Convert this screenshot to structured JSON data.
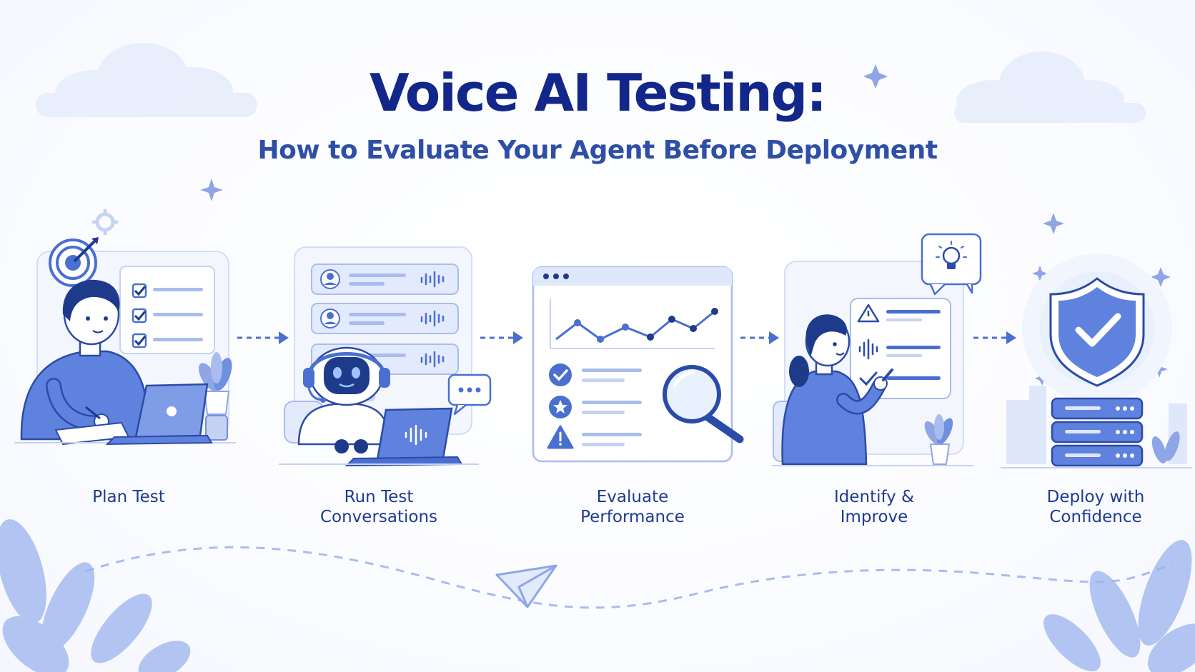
{
  "title": "Voice AI Testing:",
  "subtitle": "How to Evaluate Your Agent Before Deployment",
  "steps": [
    {
      "lines": [
        "Plan Test"
      ],
      "icon": "checklist-icon"
    },
    {
      "lines": [
        "Run Test",
        "Conversations"
      ],
      "icon": "robot-icon"
    },
    {
      "lines": [
        "Evaluate",
        "Performance"
      ],
      "icon": "analytics-dashboard-icon"
    },
    {
      "lines": [
        "Identify &",
        "Improve"
      ],
      "icon": "lightbulb-icon"
    },
    {
      "lines": [
        "Deploy with",
        "Confidence"
      ],
      "icon": "shield-check-icon"
    }
  ],
  "colors": {
    "primary": "#3f63cc",
    "title": "#13268a",
    "label": "#1f3a8f",
    "light": "#dfe7fb",
    "accent": "#6f8fe0"
  }
}
